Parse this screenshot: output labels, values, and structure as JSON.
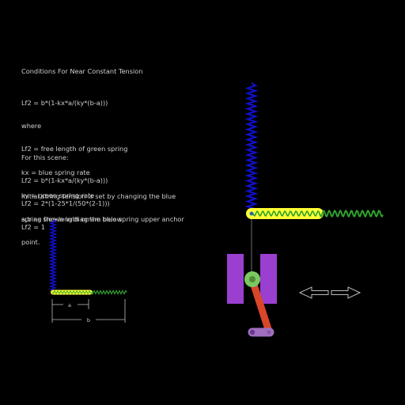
{
  "text": {
    "title": "Conditions For Near Constant Tension",
    "formula_block": [
      "Lf2 = b*(1-kx*a/(ky*(b-a)))",
      "where",
      "Lf2 = free length of green spring",
      "kx = blue spring rate",
      "ky = green spring rate",
      "a,b as shown in diagram below"
    ],
    "scene_block": [
      "For this scene:",
      "Lf2 = b*(1-kx*a/(ky*(b-a)))",
      "Lf2 = 2*(1-25*1/(50*(2-1)))",
      "Lf2 = 1"
    ],
    "note_block": [
      "Initial string tension is set by changing the blue",
      "spring free length or the blue spring upper anchor",
      "point."
    ]
  },
  "diagram": {
    "label_a": "a",
    "label_b": "b"
  },
  "colors": {
    "background": "#000000",
    "text": "#cfcfcf",
    "blue_spring": "#1010c8",
    "green_spring": "#2fa02f",
    "yellow_bar": "#ffff33",
    "purple_guide": "#9b3fd0",
    "red_link": "#d9462a",
    "pivot_green": "#7cc860",
    "lavender_crank": "#a070c0",
    "arrow_outline": "#bbbbbb"
  },
  "icons": {
    "move_arrow": "double-headed-horizontal-arrow-icon"
  }
}
